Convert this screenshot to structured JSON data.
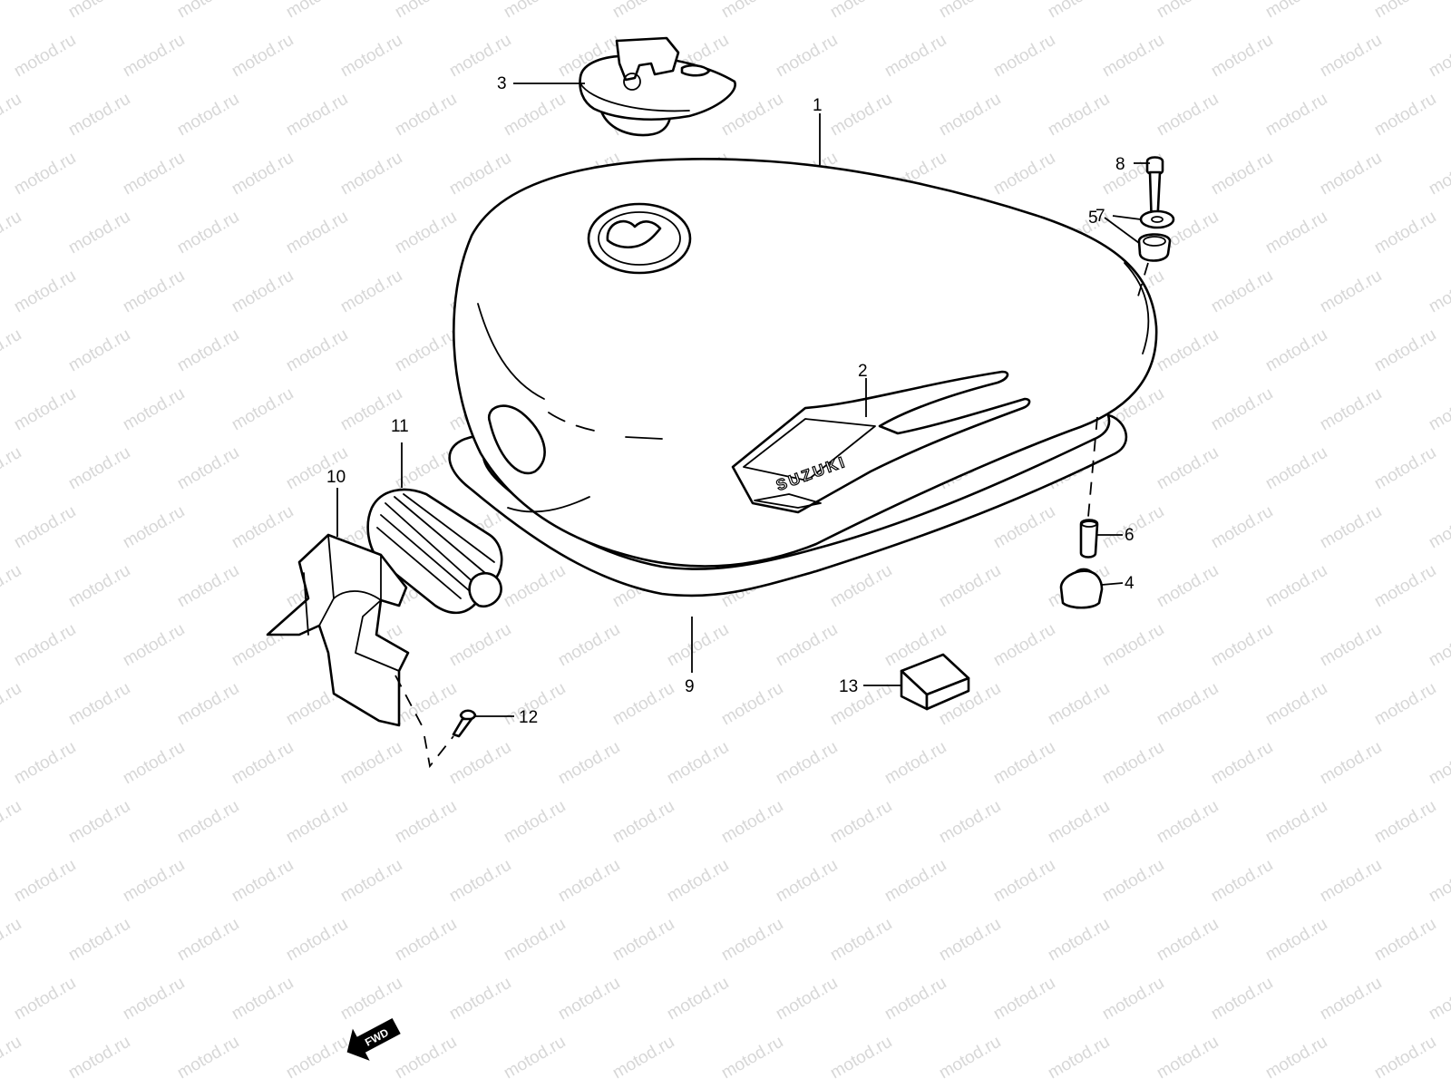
{
  "watermark": {
    "text": "motod.ru",
    "color": "#d7d7d7"
  },
  "diagram": {
    "emblem_text": "SUZUKI",
    "direction_label": "FWD",
    "callouts": [
      {
        "id": "1",
        "label": "1"
      },
      {
        "id": "2",
        "label": "2"
      },
      {
        "id": "3",
        "label": "3"
      },
      {
        "id": "4",
        "label": "4"
      },
      {
        "id": "5",
        "label": "5"
      },
      {
        "id": "6",
        "label": "6"
      },
      {
        "id": "7",
        "label": "7"
      },
      {
        "id": "8",
        "label": "8"
      },
      {
        "id": "9",
        "label": "9"
      },
      {
        "id": "10",
        "label": "10"
      },
      {
        "id": "11",
        "label": "11"
      },
      {
        "id": "12",
        "label": "12"
      },
      {
        "id": "13",
        "label": "13"
      }
    ]
  }
}
